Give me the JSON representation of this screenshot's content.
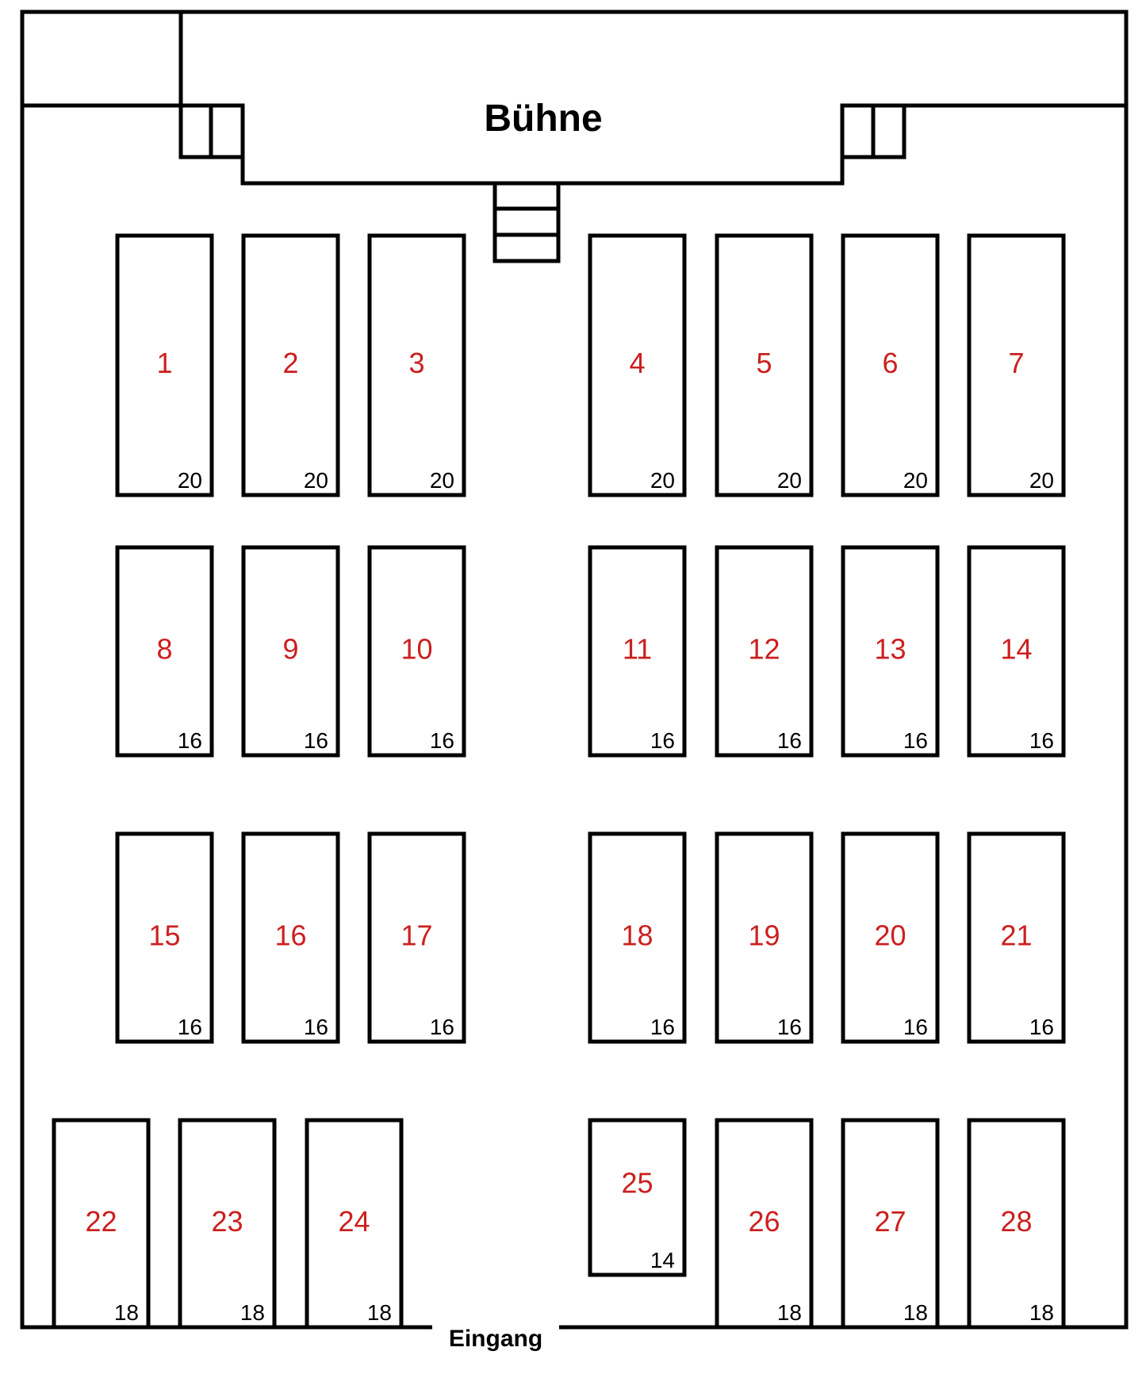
{
  "stage": {
    "label": "Bühne"
  },
  "entrance": {
    "label": "Eingang"
  },
  "colors": {
    "table_number": "#cc1f1f",
    "seat_count": "#000000",
    "lines": "#000000"
  },
  "tables": [
    {
      "number": "1",
      "seats": "20"
    },
    {
      "number": "2",
      "seats": "20"
    },
    {
      "number": "3",
      "seats": "20"
    },
    {
      "number": "4",
      "seats": "20"
    },
    {
      "number": "5",
      "seats": "20"
    },
    {
      "number": "6",
      "seats": "20"
    },
    {
      "number": "7",
      "seats": "20"
    },
    {
      "number": "8",
      "seats": "16"
    },
    {
      "number": "9",
      "seats": "16"
    },
    {
      "number": "10",
      "seats": "16"
    },
    {
      "number": "11",
      "seats": "16"
    },
    {
      "number": "12",
      "seats": "16"
    },
    {
      "number": "13",
      "seats": "16"
    },
    {
      "number": "14",
      "seats": "16"
    },
    {
      "number": "15",
      "seats": "16"
    },
    {
      "number": "16",
      "seats": "16"
    },
    {
      "number": "17",
      "seats": "16"
    },
    {
      "number": "18",
      "seats": "16"
    },
    {
      "number": "19",
      "seats": "16"
    },
    {
      "number": "20",
      "seats": "16"
    },
    {
      "number": "21",
      "seats": "16"
    },
    {
      "number": "22",
      "seats": "18"
    },
    {
      "number": "23",
      "seats": "18"
    },
    {
      "number": "24",
      "seats": "18"
    },
    {
      "number": "25",
      "seats": "14"
    },
    {
      "number": "26",
      "seats": "18"
    },
    {
      "number": "27",
      "seats": "18"
    },
    {
      "number": "28",
      "seats": "18"
    }
  ]
}
